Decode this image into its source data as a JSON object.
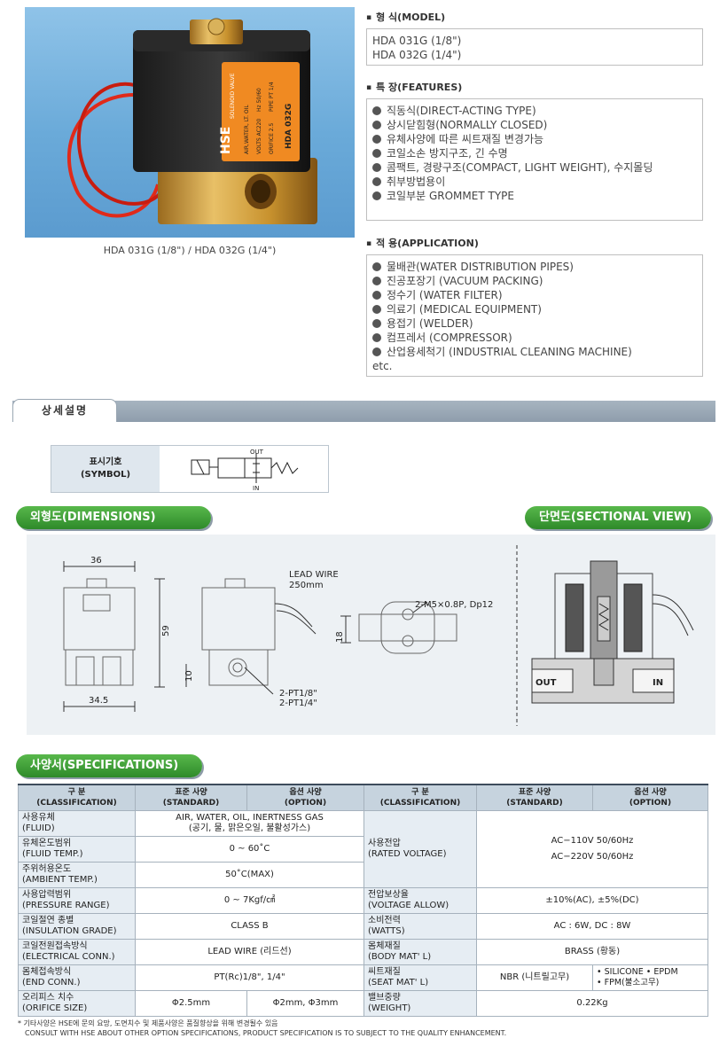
{
  "product": {
    "caption": "HDA 031G (1/8\") / HDA 032G (1/4\")",
    "label_brand": "HSE",
    "label_line1": "SOLENOID VALVE",
    "label_line2": "AIR,WATER, LT. OIL",
    "label_line3": "VOLTS AC220",
    "label_line4": "ORIFICE 2.5",
    "label_line5": "PIPE PT 1/4",
    "label_line6": "Hz 50/60",
    "label_model": "HDA 032G"
  },
  "model": {
    "title": "형 식(MODEL)",
    "items": [
      "HDA 031G (1/8\")",
      "HDA 032G (1/4\")"
    ]
  },
  "features": {
    "title": "특 장(FEATURES)",
    "items": [
      "직동식(DIRECT-ACTING TYPE)",
      "상시닫힘형(NORMALLY CLOSED)",
      "유체사양에 따른 씨트재질 변경가능",
      "코일소손 방지구조, 긴 수명",
      "콤팩트, 경량구조(COMPACT, LIGHT WEIGHT), 수지몰딩",
      "취부방법용이",
      "코일부분 GROMMET TYPE"
    ]
  },
  "application": {
    "title": "적 용(APPLICATION)",
    "items": [
      "물배관(WATER DISTRIBUTION PIPES)",
      "진공포장기 (VACUUM PACKING)",
      "정수기 (WATER FILTER)",
      "의료기 (MEDICAL EQUIPMENT)",
      "용접기 (WELDER)",
      "컴프레서 (COMPRESSOR)",
      "산업용세척기 (INDUSTRIAL CLEANING MACHINE)"
    ],
    "tail": "etc."
  },
  "detail_tab": "상세설명",
  "symbol": {
    "label_ko": "표시기호",
    "label_en": "(SYMBOL)",
    "out": "OUT",
    "in": "IN"
  },
  "dimensions": {
    "title": "외형도(DIMENSIONS)",
    "w36": "36",
    "h59": "59",
    "w345": "34.5",
    "h10": "10",
    "lead": "LEAD WIRE",
    "lead_len": "250mm",
    "port1": "2-PT1/8\"",
    "port2": "2-PT1/4\"",
    "h18": "18",
    "screw": "2-M5×0.8P, Dp12"
  },
  "sectional": {
    "title": "단면도(SECTIONAL VIEW)",
    "out": "OUT",
    "in": "IN"
  },
  "spec": {
    "title": "사양서(SPECIFICATIONS)",
    "head": {
      "cls_ko": "구 분",
      "cls_en": "(CLASSIFICATION)",
      "std_ko": "표준 사양",
      "std_en": "(STANDARD)",
      "opt_ko": "옵션 사양",
      "opt_en": "(OPTION)"
    },
    "left": {
      "fluid_ko": "사용유체",
      "fluid_en": "(FLUID)",
      "fluid_v1": "AIR, WATER, OIL, INERTNESS GAS",
      "fluid_v2": "(공기, 물, 맑은오일, 불활성가스)",
      "ftemp_ko": "유체온도범위",
      "ftemp_en": "(FLUID TEMP.)",
      "ftemp_v": "0 ~ 60˚C",
      "atemp_ko": "주위허용온도",
      "atemp_en": "(AMBIENT TEMP.)",
      "atemp_v": "50˚C(MAX)",
      "press_ko": "사용압력범위",
      "press_en": "(PRESSURE RANGE)",
      "press_v": "0 ~ 7Kgf/㎠",
      "ins_ko": "코일절연 종별",
      "ins_en": "(INSULATION GRADE)",
      "ins_v": "CLASS B",
      "elec_ko": "코일전원접속방식",
      "elec_en": "(ELECTRICAL CONN.)",
      "elec_v": "LEAD WIRE (리드선)",
      "end_ko": "몸체접속방식",
      "end_en": "(END CONN.)",
      "end_v": "PT(Rc)1/8\", 1/4\"",
      "orf_ko": "오리피스 치수",
      "orf_en": "(ORIFICE SIZE)",
      "orf_std": "Φ2.5mm",
      "orf_opt": "Φ2mm, Φ3mm"
    },
    "right": {
      "volt_ko": "사용전압",
      "volt_en": "(RATED VOLTAGE)",
      "volt_v1": "AC−110V 50/60Hz",
      "volt_v2": "AC−220V 50/60Hz",
      "allow_ko": "전압보상율",
      "allow_en": "(VOLTAGE ALLOW)",
      "allow_v": "±10%(AC), ±5%(DC)",
      "watt_ko": "소비전력",
      "watt_en": "(WATTS)",
      "watt_v": "AC : 6W,  DC : 8W",
      "body_ko": "몸체재질",
      "body_en": "(BODY MAT' L)",
      "body_v": "BRASS (황동)",
      "seat_ko": "씨트재질",
      "seat_en": "(SEAT MAT' L)",
      "seat_std": "NBR (니트릴고무)",
      "seat_opt1": "• SILICONE  • EPDM",
      "seat_opt2": "• FPM(불소고무)",
      "wt_ko": "밸브중량",
      "wt_en": "(WEIGHT)",
      "wt_v": "0.22Kg"
    }
  },
  "footnote": {
    "line1": "* 기타사양은 HSE에 문의 요망, 도면치수 및 제품사양은 품질향상을 위해 변경될수 있음",
    "line2": "CONSULT WITH HSE ABOUT OTHER OPTION SPECIFICATIONS, PRODUCT SPECIFICATION IS TO SUBJECT TO THE QUALITY ENHANCEMENT."
  }
}
